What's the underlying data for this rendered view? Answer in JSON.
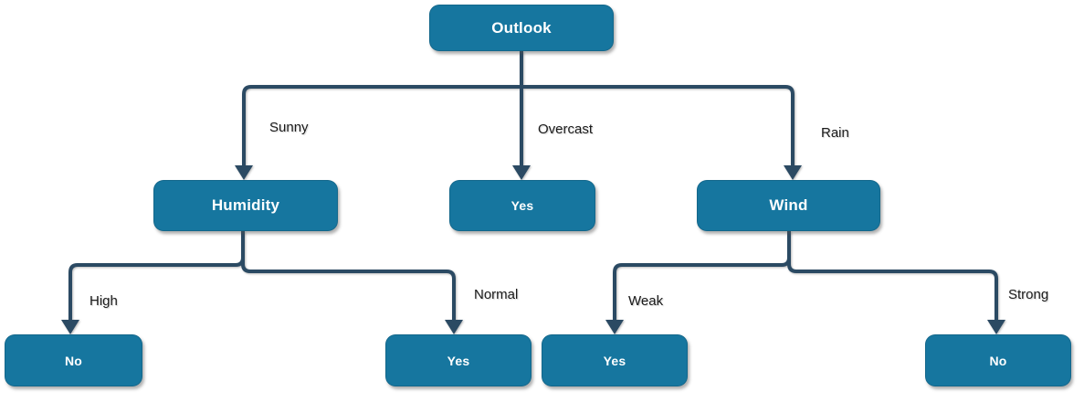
{
  "diagram": {
    "type": "decision-tree",
    "topic": "Play decision based on weather"
  },
  "colors": {
    "node_fill": "#16769F",
    "node_text": "#FFFFFF",
    "edge": "#2B4A63",
    "edge_label_text": "#1A1A1A",
    "background": "#FFFFFF"
  },
  "nodes": {
    "outlook": {
      "label": "Outlook"
    },
    "humidity": {
      "label": "Humidity"
    },
    "yes_overcast": {
      "label": "Yes"
    },
    "wind": {
      "label": "Wind"
    },
    "no_high": {
      "label": "No"
    },
    "yes_normal": {
      "label": "Yes"
    },
    "yes_weak": {
      "label": "Yes"
    },
    "no_strong": {
      "label": "No"
    }
  },
  "edges": {
    "sunny": {
      "label": "Sunny"
    },
    "overcast": {
      "label": "Overcast"
    },
    "rain": {
      "label": "Rain"
    },
    "high": {
      "label": "High"
    },
    "normal": {
      "label": "Normal"
    },
    "weak": {
      "label": "Weak"
    },
    "strong": {
      "label": "Strong"
    }
  },
  "structure": {
    "root": "Outlook",
    "branches": [
      {
        "from": "Outlook",
        "condition": "Sunny",
        "to": "Humidity"
      },
      {
        "from": "Outlook",
        "condition": "Overcast",
        "to": "Yes"
      },
      {
        "from": "Outlook",
        "condition": "Rain",
        "to": "Wind"
      },
      {
        "from": "Humidity",
        "condition": "High",
        "to": "No"
      },
      {
        "from": "Humidity",
        "condition": "Normal",
        "to": "Yes"
      },
      {
        "from": "Wind",
        "condition": "Weak",
        "to": "Yes"
      },
      {
        "from": "Wind",
        "condition": "Strong",
        "to": "No"
      }
    ]
  }
}
